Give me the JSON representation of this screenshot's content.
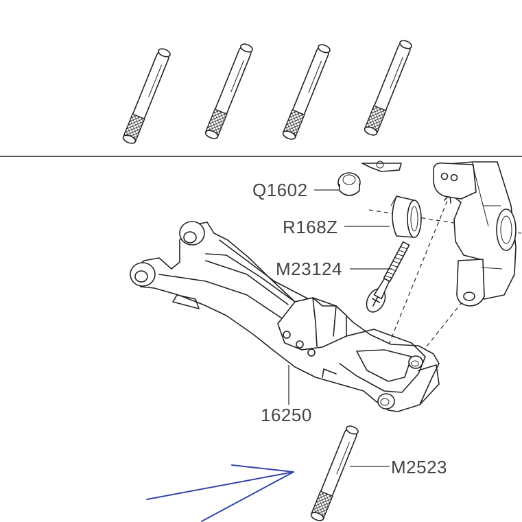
{
  "labels": {
    "hinge_pin_upper": "Q1602",
    "bearing": "R168Z",
    "screw": "M23124",
    "arm": "16250",
    "hinge_pin": "M2523"
  },
  "colors": {
    "line": "#222222",
    "label": "#444444",
    "pointer": "#3344aa"
  }
}
